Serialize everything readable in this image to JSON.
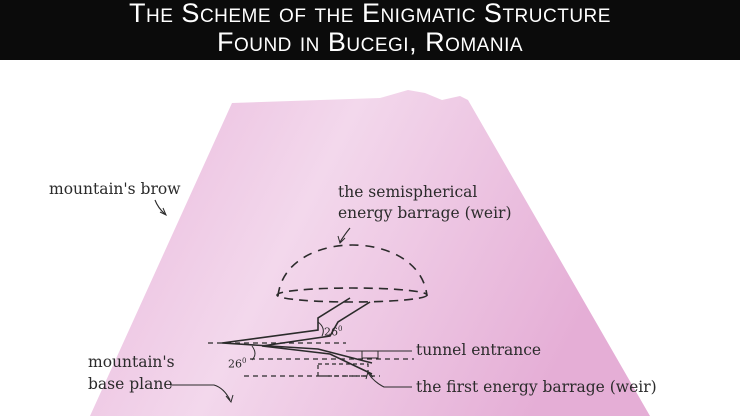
{
  "title": {
    "line1": "The Scheme of the Enigmatic Structure",
    "line2": "Found in Bucegi, Romania"
  },
  "labels": {
    "mountains_brow": "mountain's brow",
    "semispherical_line1": "the semispherical",
    "semispherical_line2": "energy barrage (weir)",
    "tunnel_entrance": "tunnel entrance",
    "base_plane_line1": "mountain's",
    "base_plane_line2": "base plane",
    "first_barrage": "the first energy barrage (weir)",
    "angle_upper": "26",
    "angle_lower": "26",
    "degree_mark": "0"
  },
  "colors": {
    "mountain_fill": "#e7b3d9",
    "mountain_light": "#f4dcee",
    "title_background": "#0b0b0b",
    "title_text": "#ffffff",
    "ink": "#2b2b2b"
  }
}
